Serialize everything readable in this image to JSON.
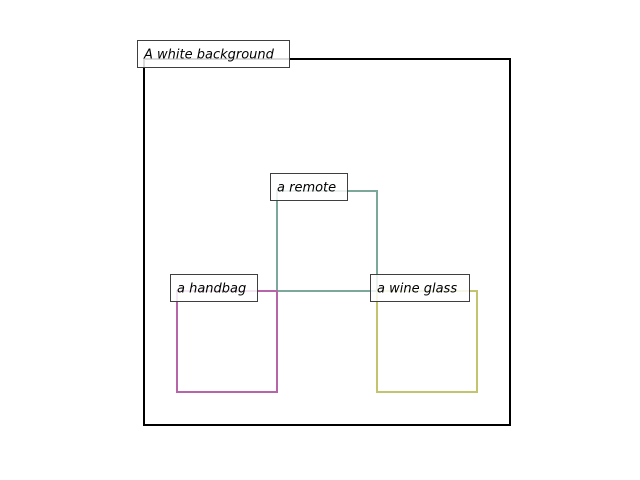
{
  "scene": {
    "caption": "A white background",
    "frame_color": "#000000"
  },
  "objects": [
    {
      "label": "a remote",
      "color": "#7ba89a"
    },
    {
      "label": "a handbag",
      "color": "#b565a8"
    },
    {
      "label": "a wine glass",
      "color": "#c2c46e"
    }
  ]
}
